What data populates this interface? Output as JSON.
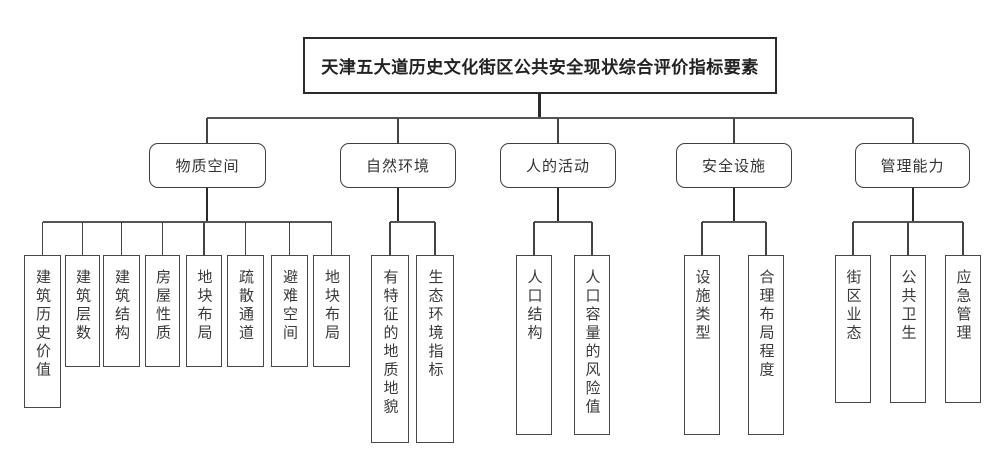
{
  "diagram": {
    "title": "天津五大道历史文化街区公共安全现状综合评价指标要素",
    "groups": [
      {
        "label": "物质空间",
        "children": [
          "建筑历史价值",
          "建筑层数",
          "建筑结构",
          "房屋性质",
          "地块布局",
          "疏散通道",
          "避难空间",
          "地块布局"
        ]
      },
      {
        "label": "自然环境",
        "children": [
          "有特征的地质地貌",
          "生态环境指标"
        ]
      },
      {
        "label": "人的活动",
        "children": [
          "人口结构",
          "人口容量的风险值"
        ]
      },
      {
        "label": "安全设施",
        "children": [
          "设施类型",
          "合理布局程度"
        ]
      },
      {
        "label": "管理能力",
        "children": [
          "街区业态",
          "公共卫生",
          "应急管理"
        ]
      }
    ],
    "colors": {
      "background": "#ffffff",
      "box_border": "#3f3f3f",
      "connector": "#555555",
      "text": "#333333"
    }
  }
}
